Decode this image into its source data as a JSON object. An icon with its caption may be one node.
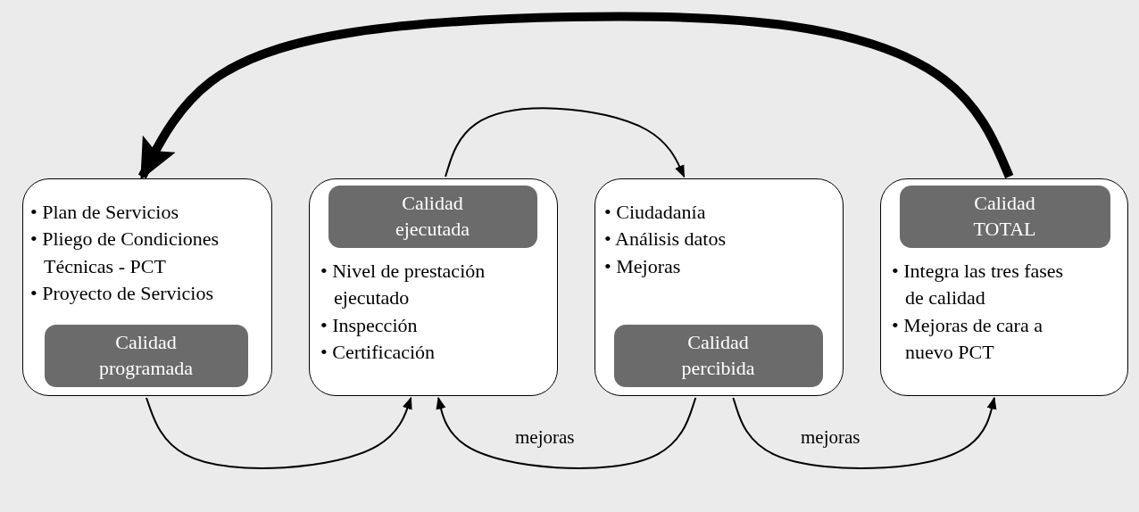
{
  "diagram": {
    "nodes": [
      {
        "text": [
          "• Plan de Servicios",
          "• Pliego de Condiciones Técnicas - PCT",
          "• Proyecto de Servicios"
        ]
      },
      {
        "text": [
          "Calidad programada"
        ],
        "in": 0
      },
      {
        "text": [
          "• Nivel de prestación ejecutado",
          "• Inspección",
          "• Certificación"
        ]
      },
      {
        "text": [
          "Calidad ejecutada"
        ],
        "in": 2
      },
      {
        "text": [
          "• Ciudadanía",
          "• Análisis datos",
          "• Mejoras"
        ]
      },
      {
        "text": [
          "Calidad percibida"
        ],
        "in": 4
      },
      {
        "text": [
          "• Integra las tres fases de calidad",
          "• Mejoras de cara a nuevo PCT"
        ]
      },
      {
        "text": [
          "Calidad TOTAL"
        ],
        "in": 6
      }
    ],
    "edges": [
      {
        "from": 7,
        "to": 0,
        "arrow": "to",
        "style": "thick"
      },
      {
        "from": 3,
        "to": 4,
        "arrow": "to"
      },
      {
        "from": 1,
        "to": 2,
        "arrow": "to"
      },
      {
        "from": 5,
        "to": 2,
        "arrow": "to",
        "label": "mejoras"
      },
      {
        "from": 5,
        "to": 6,
        "arrow": "to",
        "label": "mejoras"
      }
    ]
  }
}
